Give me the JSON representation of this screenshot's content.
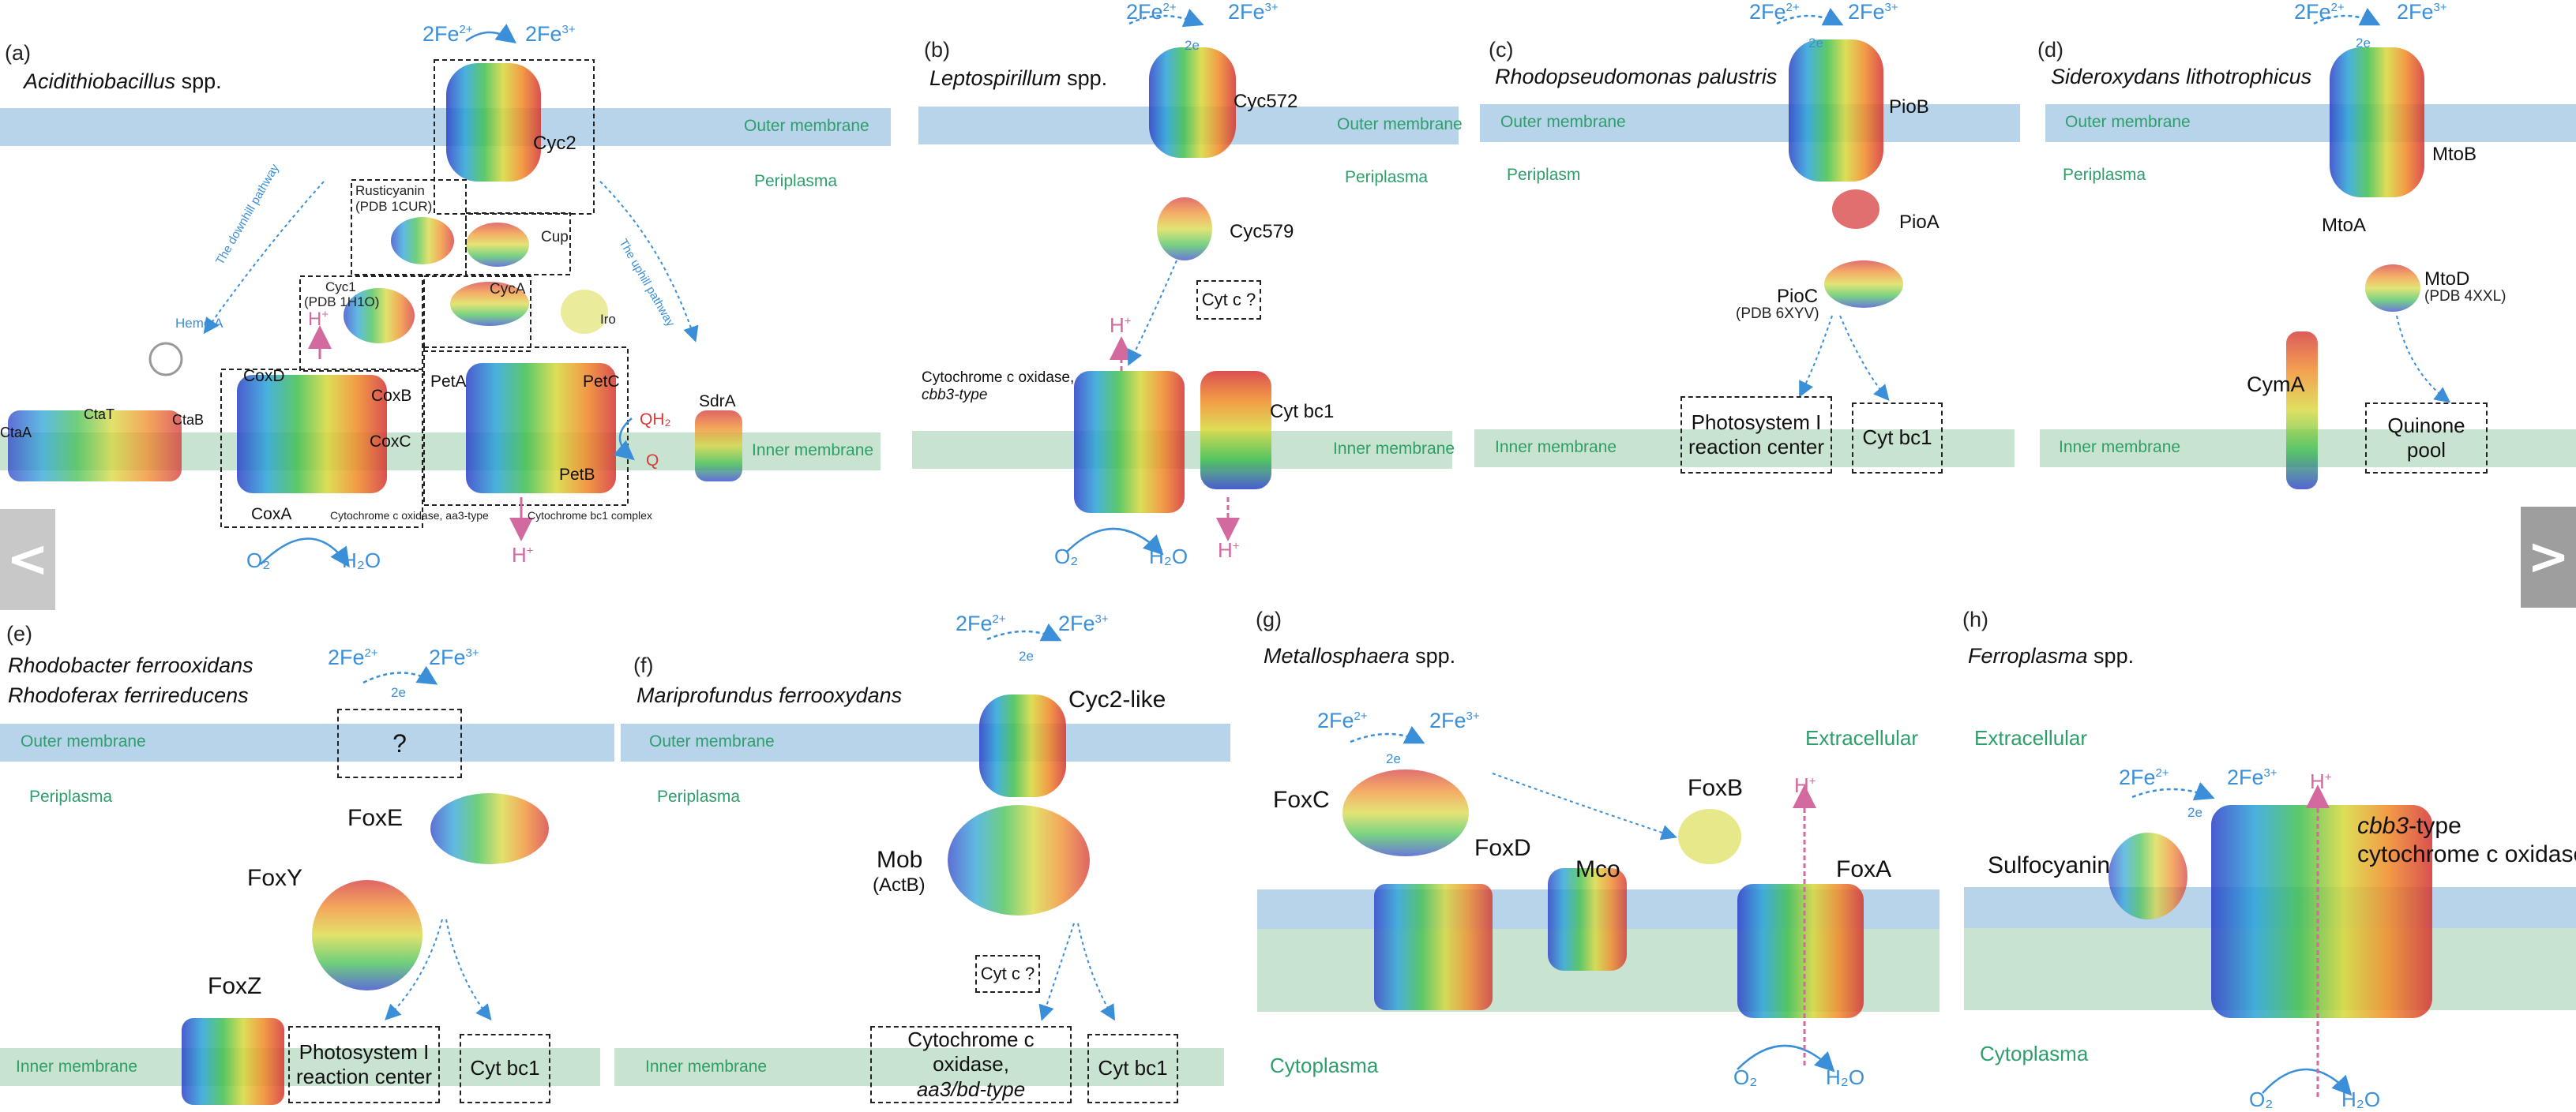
{
  "panels": {
    "a": {
      "label": "(a)",
      "organism_italic": "Acidithiobacillus",
      "organism_suffix": " spp.",
      "fe2": "2Fe",
      "fe2_sup": "2+",
      "fe3": "2Fe",
      "fe3_sup": "3+",
      "outer": "Outer membrane",
      "periplasma": "Periplasma",
      "inner": "Inner membrane",
      "cyc2": "Cyc2",
      "rusticyanin": "Rusticyanin",
      "rusticyanin_pdb": "(PDB 1CUR)",
      "cup": "Cup",
      "cyc1": "Cyc1",
      "cyc1_pdb": "(PDB 1H1O)",
      "cyca": "CycA",
      "iro": "Iro",
      "downhill": "The downhill pathway",
      "uphill": "The uphill pathway",
      "heme": "Heme A",
      "coxd": "CoxD",
      "coxb": "CoxB",
      "coxc": "CoxC",
      "coxa": "CoxA",
      "peta": "PetA",
      "petc": "PetC",
      "petb": "PetB",
      "sdra": "SdrA",
      "ctaa": "CtaA",
      "ctat": "CtaT",
      "ctab": "CtaB",
      "qh2": "QH₂",
      "q": "Q",
      "h": "H",
      "h_sup": "+",
      "o2": "O₂",
      "h2o": "H₂O",
      "aa3": "Cytochrome c oxidase, aa3-type",
      "bc1": "Cytochrome bc1 complex"
    },
    "b": {
      "label": "(b)",
      "organism_italic": "Leptospirillum",
      "organism_suffix": " spp.",
      "outer": "Outer membrane",
      "periplasma": "Periplasma",
      "inner": "Inner membrane",
      "cyc572": "Cyc572",
      "cyc579": "Cyc579",
      "cytc": "Cyt c ?",
      "oxidase1": "Cytochrome c oxidase,",
      "oxidase2": "cbb3-type",
      "cytbc1": "Cyt bc1",
      "h": "H",
      "h_sup": "+",
      "o2": "O₂",
      "h2o": "H₂O",
      "e": "2e"
    },
    "c": {
      "label": "(c)",
      "organism_italic": "Rhodopseudomonas palustris",
      "outer": "Outer membrane",
      "periplasma": "Periplasm",
      "inner": "Inner membrane",
      "piob": "PioB",
      "pioa": "PioA",
      "pioc": "PioC",
      "pioc_pdb": "(PDB 6XYV)",
      "ps1": "Photosystem I\nreaction center",
      "cytbc1": "Cyt bc1"
    },
    "d": {
      "label": "(d)",
      "organism_italic": "Sideroxydans lithotrophicus",
      "outer": "Outer membrane",
      "periplasma": "Periplasma",
      "inner": "Inner membrane",
      "mtob": "MtoB",
      "mtoa": "MtoA",
      "mtod": "MtoD",
      "mtod_pdb": "(PDB 4XXL)",
      "cyma": "CymA",
      "quinone": "Quinone pool"
    },
    "e": {
      "label": "(e)",
      "organism1": "Rhodobacter ferrooxidans",
      "organism2": "Rhodoferax ferrireducens",
      "outer": "Outer membrane",
      "periplasma": "Periplasma",
      "inner": "Inner membrane",
      "q": "?",
      "foxe": "FoxE",
      "foxy": "FoxY",
      "foxz": "FoxZ",
      "ps1": "Photosystem I\nreaction center",
      "cytbc1": "Cyt bc1"
    },
    "f": {
      "label": "(f)",
      "organism_italic": "Mariprofundus ferrooxydans",
      "outer": "Outer membrane",
      "periplasma": "Periplasma",
      "inner": "Inner membrane",
      "cyc2like": "Cyc2-like",
      "mob": "Mob",
      "actb": "(ActB)",
      "cytc": "Cyt c ?",
      "oxidase1": "Cytochrome c oxidase,",
      "oxidase2": "aa3/bd-type",
      "cytbc1": "Cyt bc1"
    },
    "g": {
      "label": "(g)",
      "organism_italic": "Metallosphaera",
      "organism_suffix": " spp.",
      "extracellular": "Extracellular",
      "cytoplasma": "Cytoplasma",
      "foxc": "FoxC",
      "foxd": "FoxD",
      "mco": "Mco",
      "foxb": "FoxB",
      "foxa": "FoxA",
      "h": "H",
      "h_sup": "+",
      "o2": "O₂",
      "h2o": "H₂O"
    },
    "h": {
      "label": "(h)",
      "organism_italic": "Ferroplasma",
      "organism_suffix": " spp.",
      "extracellular": "Extracellular",
      "cytoplasma": "Cytoplasma",
      "sulfocyanin": "Sulfocyanin",
      "cbb3": "cbb3",
      "cbb3_suffix": "-type",
      "oxidase": "cytochrome c oxidase",
      "h": "H",
      "h_sup": "+",
      "o2": "O₂",
      "h2o": "H₂O"
    }
  },
  "e_label": "2e",
  "nav": {
    "prev": "<",
    "next": ">"
  },
  "colors": {
    "outer_membrane": "#b8d4ea",
    "inner_membrane": "#c9e3d1",
    "label_green": "#2e9e6b",
    "fe_blue": "#3a8fd8",
    "proton_pink": "#d2699f"
  }
}
